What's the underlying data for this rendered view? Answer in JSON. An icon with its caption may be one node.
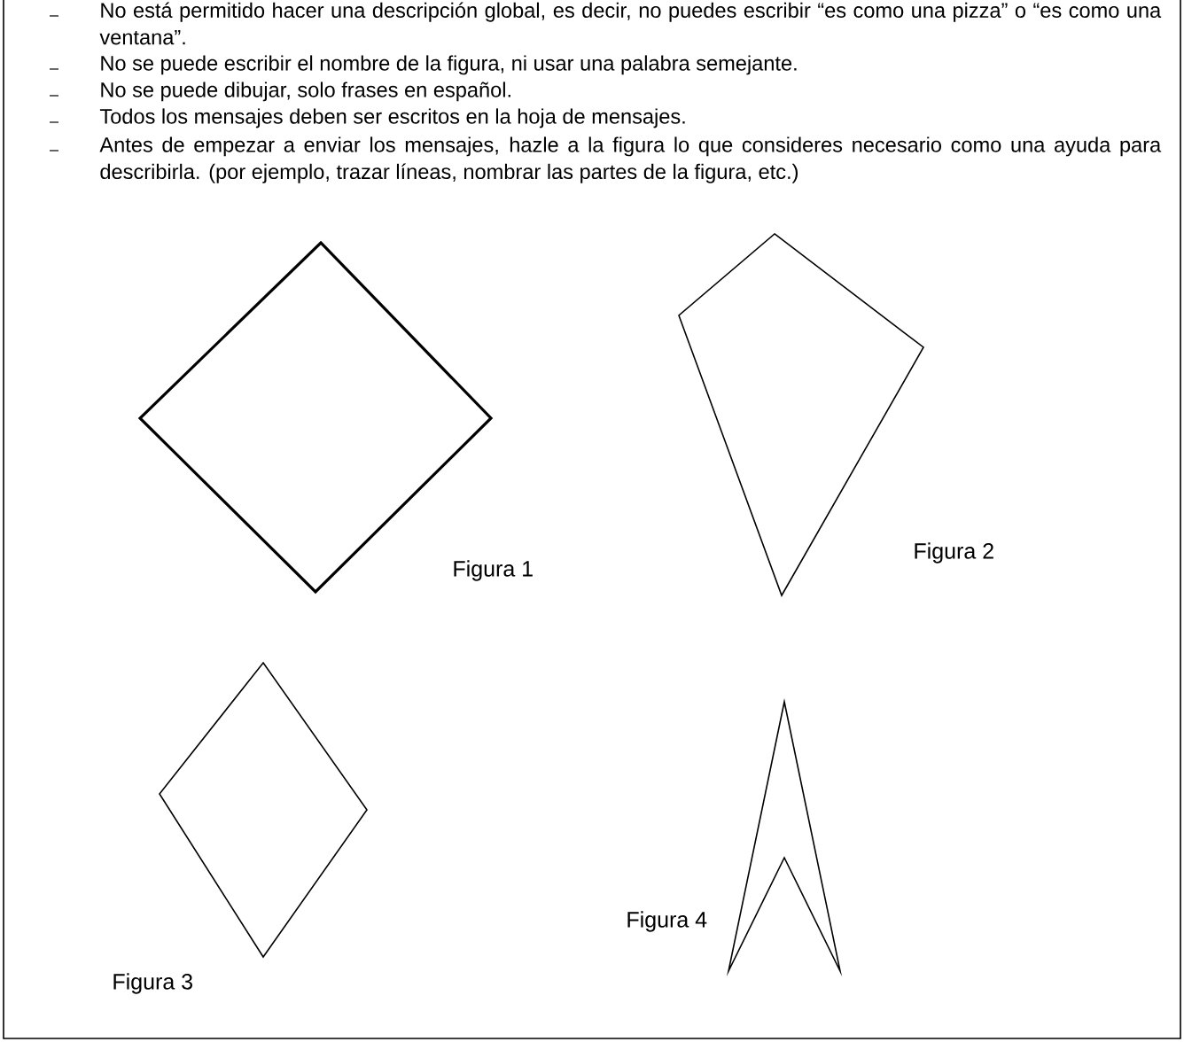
{
  "diagram": {
    "nodes": [
      {
        "text": [],
        "shape": "diamond",
        "beside": [
          "Figura 1"
        ]
      },
      {
        "text": [],
        "shape": "kite",
        "beside": [
          "Figura 2"
        ]
      },
      {
        "text": [],
        "shape": "diamond",
        "beside": [
          "Figura 3"
        ]
      },
      {
        "text": [],
        "shape": "arrowhead",
        "beside": [
          "Figura 4"
        ]
      }
    ],
    "labels": [
      "No está permitido hacer una descripción global, es decir, no puedes escribir “es como una pizza” o “es como una ventana”.",
      "No se puede escribir el nombre de la figura, ni usar una palabra semejante.",
      "No se puede dibujar, solo frases en español.",
      "Todos los mensajes deben ser escritos en la hoja de mensajes.",
      "Antes de empezar a enviar los mensajes, hazle a la figura lo que consideres necesario como una ayuda para describirla. (por ejemplo, trazar líneas, nombrar las partes de la figura, etc.)"
    ]
  }
}
